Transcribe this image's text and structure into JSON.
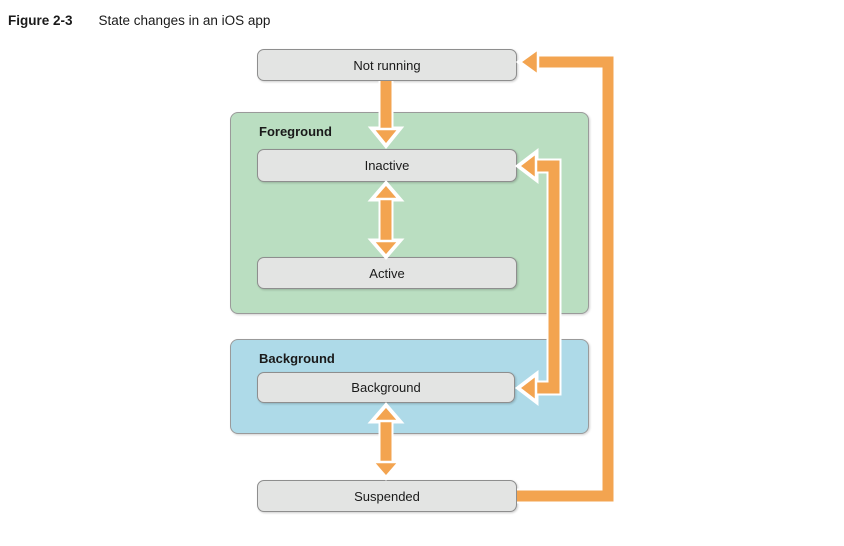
{
  "figure": {
    "label": "Figure 2-3",
    "caption": "State changes in an iOS app"
  },
  "diagram": {
    "states": {
      "not_running": "Not running",
      "inactive": "Inactive",
      "active": "Active",
      "background": "Background",
      "suspended": "Suspended"
    },
    "groups": {
      "foreground_label": "Foreground",
      "background_label": "Background"
    },
    "transitions": [
      {
        "from": "Not running",
        "to": "Inactive",
        "style": "one-way"
      },
      {
        "from": "Inactive",
        "to": "Active",
        "style": "two-way"
      },
      {
        "from": "Inactive",
        "to": "Background",
        "style": "two-way"
      },
      {
        "from": "Background",
        "to": "Suspended",
        "style": "two-way"
      },
      {
        "from": "Suspended",
        "to": "Not running",
        "style": "one-way"
      }
    ]
  },
  "colors": {
    "arrow": "#F3A450",
    "arrow_outline": "#FFFFFF",
    "foreground_fill": "#BADEC1",
    "background_fill": "#AEDAE8",
    "node_fill": "#E3E4E3",
    "node_border": "#8E8E8E",
    "group_border": "#9A9A9A",
    "text": "#1A1A1A"
  }
}
